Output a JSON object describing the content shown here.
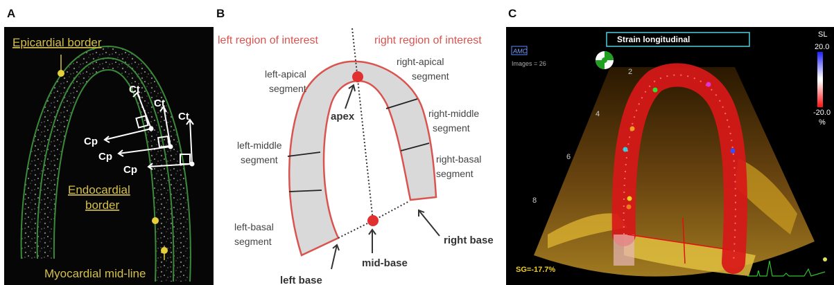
{
  "panels": {
    "a": {
      "letter": "A",
      "labels": {
        "epicardial": "Epicardial border",
        "endocardial_1": "Endocardial",
        "endocardial_2": "border",
        "midline": "Myocardial mid-line",
        "ct": "Ct",
        "cp": "Cp"
      }
    },
    "b": {
      "letter": "B",
      "labels": {
        "left_roi": "left region of interest",
        "right_roi": "right region of interest",
        "left_apical_1": "left-apical",
        "left_apical_2": "segment",
        "left_middle_1": "left-middle",
        "left_middle_2": "segment",
        "left_basal_1": "left-basal",
        "left_basal_2": "segment",
        "right_apical_1": "right-apical",
        "right_apical_2": "segment",
        "right_middle_1": "right-middle",
        "right_middle_2": "segment",
        "right_basal_1": "right-basal",
        "right_basal_2": "segment",
        "apex": "apex",
        "mid_base": "mid-base",
        "left_base": "left base",
        "right_base": "right base"
      }
    },
    "c": {
      "letter": "C",
      "title": "Strain longitudinal",
      "logo": "AMC",
      "images": "Images = 26",
      "scale_label": "SL",
      "scale_max": "20.0",
      "scale_min": "-20.0",
      "scale_unit": "%",
      "sg": "SG=-17.7%",
      "depth_ticks": [
        "2",
        "4",
        "6",
        "8"
      ]
    }
  },
  "colors": {
    "trace_green": "#3a8a3a",
    "annotation_yellow": "#d4c04a",
    "roi_red": "#d9534f",
    "strain_red": "#e01818",
    "title_cyan": "#4fd0e0"
  }
}
